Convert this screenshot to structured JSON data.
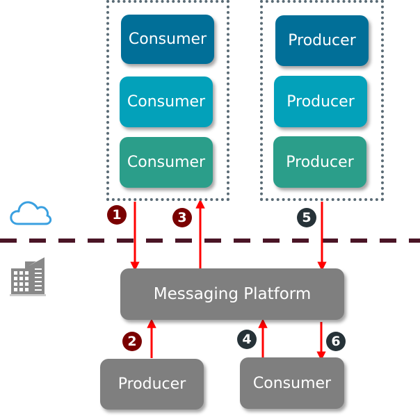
{
  "cloud_group": {
    "consumers": [
      {
        "label": "Consumer",
        "color": "#016f98"
      },
      {
        "label": "Consumer",
        "color": "#03a1ba"
      },
      {
        "label": "Consumer",
        "color": "#2b9e8a"
      }
    ],
    "producers": [
      {
        "label": "Producer",
        "color": "#016f98"
      },
      {
        "label": "Producer",
        "color": "#03a1ba"
      },
      {
        "label": "Producer",
        "color": "#2b9e8a"
      }
    ]
  },
  "on_prem": {
    "platform_label": "Messaging Platform",
    "producer_label": "Producer",
    "consumer_label": "Consumer"
  },
  "steps": {
    "s1": "1",
    "s2": "2",
    "s3": "3",
    "s4": "4",
    "s5": "5",
    "s6": "6"
  },
  "icons": {
    "cloud": "cloud-icon",
    "building": "building-icon"
  },
  "colors": {
    "arrow": "#ff0000",
    "boundary": "#4a1526",
    "badge_red": "#7a0000",
    "badge_dark": "#263238",
    "node_gray": "#7f7f7f"
  }
}
